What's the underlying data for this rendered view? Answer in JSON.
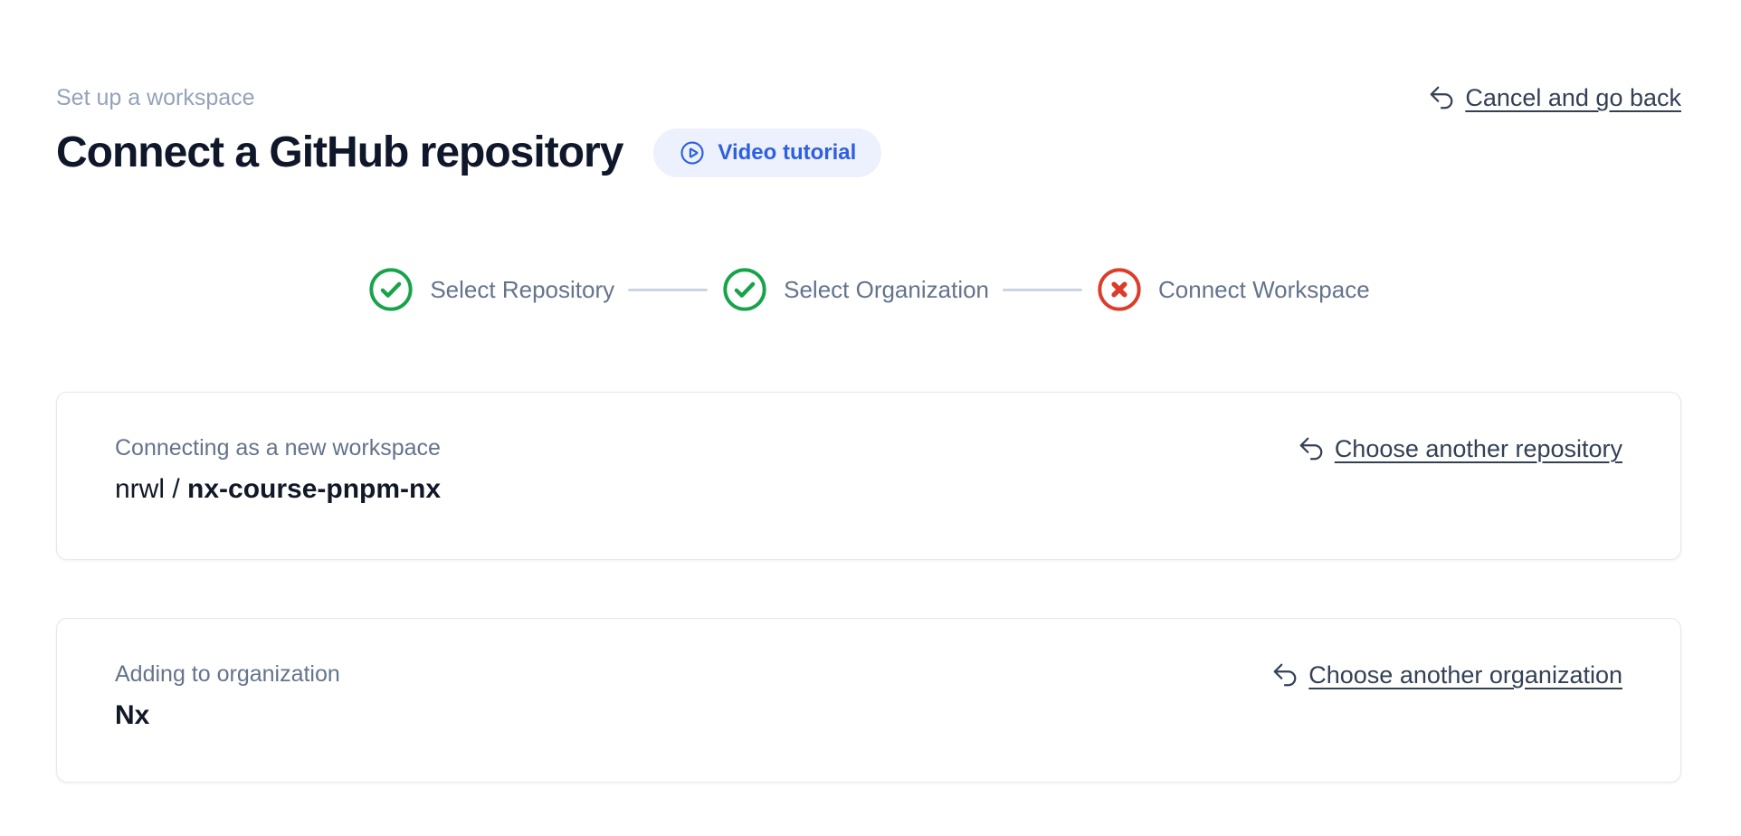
{
  "header": {
    "eyebrow": "Set up a workspace",
    "title": "Connect a GitHub repository",
    "video_tutorial": {
      "label": "Video tutorial",
      "icon": "play-circle-icon"
    },
    "cancel": {
      "label": "Cancel and go back",
      "icon": "undo-icon"
    }
  },
  "stepper": {
    "steps": [
      {
        "label": "Select Repository",
        "status": "complete",
        "icon": "check-circle-icon"
      },
      {
        "label": "Select Organization",
        "status": "complete",
        "icon": "check-circle-icon"
      },
      {
        "label": "Connect Workspace",
        "status": "error",
        "icon": "x-circle-icon"
      }
    ]
  },
  "cards": [
    {
      "label": "Connecting as a new workspace",
      "value_prefix": "nrwl / ",
      "value_name": "nx-course-pnpm-nx",
      "action_label": "Choose another repository"
    },
    {
      "label": "Adding to organization",
      "value_prefix": "",
      "value_name": "Nx",
      "action_label": "Choose another organization"
    }
  ],
  "colors": {
    "accent_blue": "#2d5fe2",
    "accent_blue_bg": "#edf1fd",
    "success_green": "#16a34a",
    "error_red": "#dc3c2a",
    "link_slate": "#334155",
    "muted_gray": "#64748b",
    "heading_dark": "#0f172a",
    "eyebrow_gray": "#94a3b8",
    "connector_gray": "#cbd5e1",
    "card_border": "#e6e6ef"
  }
}
